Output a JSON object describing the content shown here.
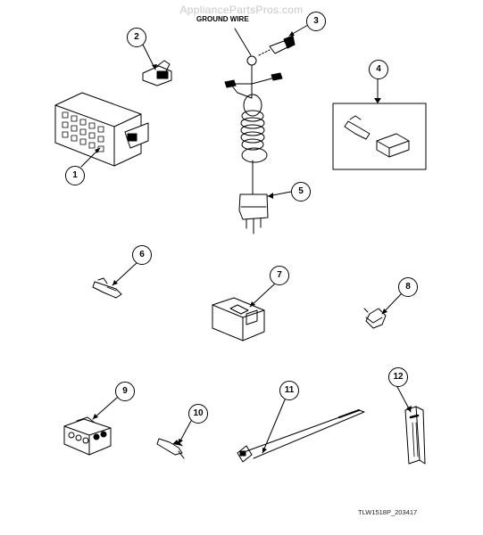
{
  "watermark": "AppliancePartsPros.com",
  "ground_wire_label": "GROUND WIRE",
  "footer_code": "TLW1518P_203417",
  "callouts": [
    "1",
    "2",
    "3",
    "4",
    "5",
    "6",
    "7",
    "8",
    "9",
    "10",
    "11",
    "12"
  ],
  "colors": {
    "line": "#000000",
    "watermark": "#c8c8c8",
    "background": "#ffffff"
  }
}
